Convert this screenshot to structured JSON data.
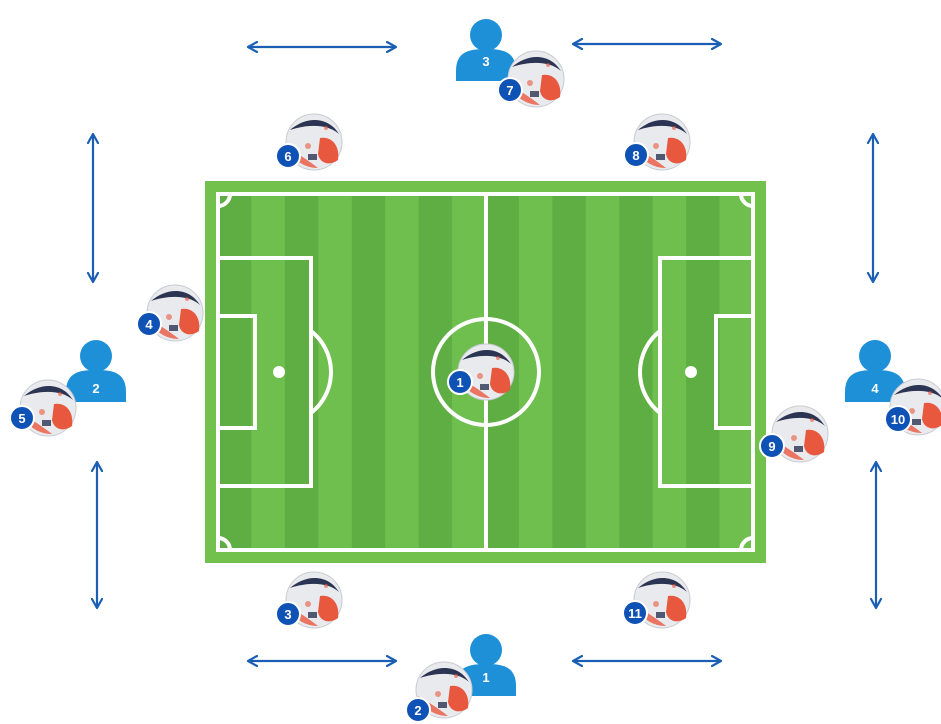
{
  "colors": {
    "pitch_light": "#6fbf4f",
    "pitch_dark": "#5fae44",
    "pitch_border": "#72c14d",
    "line": "#ffffff",
    "player": "#1d90d8",
    "arrow": "#1a5fb4",
    "badge": "#0f52b5",
    "ball_base": "#e9eaee",
    "ball_accent": "#e8583e",
    "ball_dark": "#2b3452"
  },
  "icons": {
    "player": "person-icon",
    "ball": "football-icon",
    "arrow": "double-arrow-icon"
  },
  "players": [
    {
      "label": "3"
    },
    {
      "label": "2"
    },
    {
      "label": "4"
    },
    {
      "label": "1"
    }
  ],
  "balls": [
    {
      "label": "1"
    },
    {
      "label": "2"
    },
    {
      "label": "3"
    },
    {
      "label": "4"
    },
    {
      "label": "5"
    },
    {
      "label": "6"
    },
    {
      "label": "7"
    },
    {
      "label": "8"
    },
    {
      "label": "9"
    },
    {
      "label": "10"
    },
    {
      "label": "11"
    }
  ]
}
